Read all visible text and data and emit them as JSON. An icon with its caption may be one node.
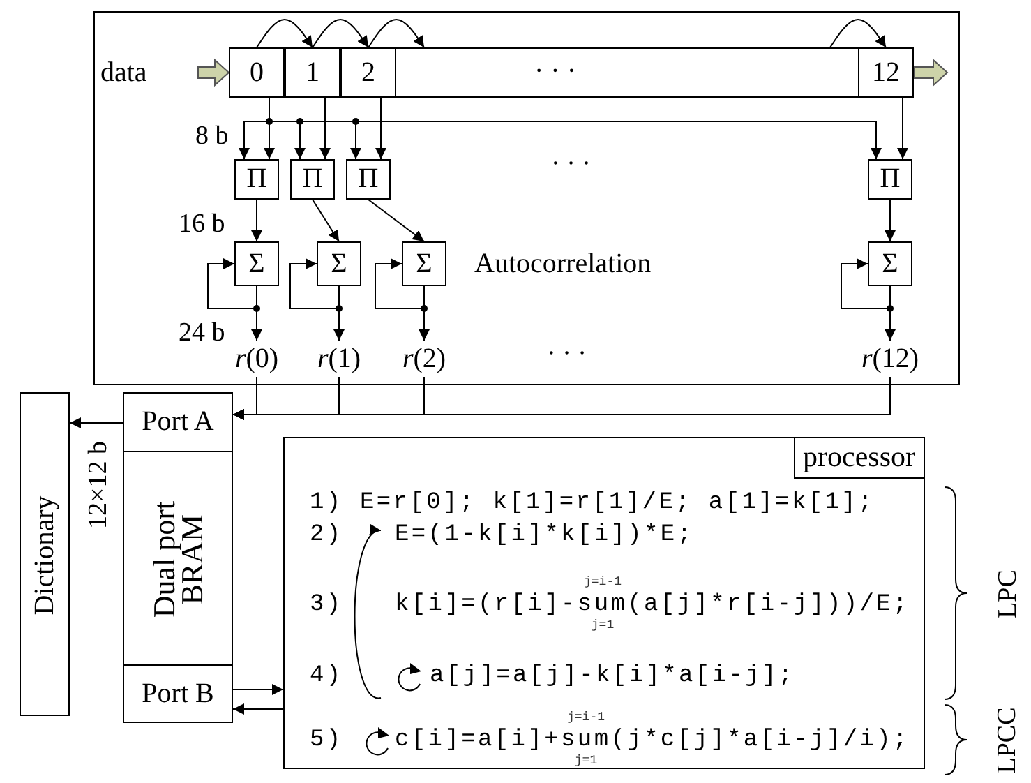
{
  "diagram": {
    "nodes": [
      {
        "text": [
          "Autocorrelation"
        ]
      },
      {
        "text": [
          "data"
        ],
        "in": 0
      },
      {
        "text": [
          "· · ·"
        ],
        "in": 0
      },
      {
        "text": [
          "0"
        ],
        "in": 2
      },
      {
        "text": [
          "1"
        ],
        "in": 2
      },
      {
        "text": [
          "2"
        ],
        "in": 2
      },
      {
        "text": [
          "12"
        ],
        "in": 2
      },
      {
        "text": [
          "Π"
        ],
        "in": 0
      },
      {
        "text": [
          "Π"
        ],
        "in": 0
      },
      {
        "text": [
          "Π"
        ],
        "in": 0
      },
      {
        "text": [
          "Π"
        ],
        "in": 0
      },
      {
        "text": [
          "Σ"
        ],
        "in": 0
      },
      {
        "text": [
          "Σ"
        ],
        "in": 0
      },
      {
        "text": [
          "Σ"
        ],
        "in": 0
      },
      {
        "text": [
          "Σ"
        ],
        "in": 0
      },
      {
        "text": [
          "*r*(0)"
        ],
        "in": 0
      },
      {
        "text": [
          "*r*(1)"
        ],
        "in": 0
      },
      {
        "text": [
          "*r*(2)"
        ],
        "in": 0
      },
      {
        "text": [
          "*r*(12)"
        ],
        "in": 0
      },
      {
        "text": [
          "Dual port BRAM"
        ]
      },
      {
        "text": [
          "Port A"
        ],
        "in": 19
      },
      {
        "text": [
          "Port B"
        ],
        "in": 19
      },
      {
        "text": [
          "Dictionary"
        ]
      },
      {
        "text": [
          "processor",
          "1)",
          "E=r[0]; k[1]=r[1]/E; a[1]=k[1];",
          "2)",
          "E=(1-k[i]*k[i])*E;",
          "3)",
          "j=i-1",
          "k[i]=(r[i]-sum(a[j]*r[i-j]))/E;",
          "j=1",
          "4)",
          "a[j]=a[j]-k[i]*a[i-j];",
          "5)",
          "j=i-1",
          "c[i]=a[i]+sum(j*c[j]*a[i-j]/i);",
          "j=1"
        ]
      }
    ],
    "edges": [
      {
        "from": 1,
        "to": 3,
        "arrow": "to",
        "style": "thick",
        "color": "#cdd3a9"
      },
      {
        "from": 6,
        "to": null,
        "arrow": "to",
        "style": "thick",
        "color": "#cdd3a9"
      },
      {
        "from": 3,
        "to": 4,
        "arrow": "to"
      },
      {
        "from": 4,
        "to": 5,
        "arrow": "to"
      },
      {
        "from": 5,
        "to": 2,
        "arrow": "to"
      },
      {
        "from": 2,
        "to": 6,
        "arrow": "to"
      },
      {
        "from": 3,
        "to": 7,
        "arrow": "to"
      },
      {
        "from": 3,
        "to": 7,
        "arrow": "to"
      },
      {
        "from": 3,
        "to": 8,
        "arrow": "to"
      },
      {
        "from": 3,
        "to": 9,
        "arrow": "to"
      },
      {
        "from": 3,
        "to": 10,
        "arrow": "to"
      },
      {
        "from": 4,
        "to": 8,
        "arrow": "to"
      },
      {
        "from": 5,
        "to": 9,
        "arrow": "to"
      },
      {
        "from": 6,
        "to": 10,
        "arrow": "to"
      },
      {
        "from": 7,
        "to": 11,
        "arrow": "to"
      },
      {
        "from": 8,
        "to": 12,
        "arrow": "to"
      },
      {
        "from": 9,
        "to": 13,
        "arrow": "to"
      },
      {
        "from": 10,
        "to": 14,
        "arrow": "to"
      },
      {
        "from": 11,
        "to": 11,
        "arrow": "to"
      },
      {
        "from": 12,
        "to": 12,
        "arrow": "to"
      },
      {
        "from": 13,
        "to": 13,
        "arrow": "to"
      },
      {
        "from": 14,
        "to": 14,
        "arrow": "to"
      },
      {
        "from": 11,
        "to": 15,
        "arrow": "to"
      },
      {
        "from": 12,
        "to": 16,
        "arrow": "to"
      },
      {
        "from": 13,
        "to": 17,
        "arrow": "to"
      },
      {
        "from": 14,
        "to": 18,
        "arrow": "to"
      },
      {
        "from": 15,
        "to": 20,
        "arrow": "to"
      },
      {
        "from": 16,
        "to": 20,
        "arrow": "to"
      },
      {
        "from": 17,
        "to": 20,
        "arrow": "to"
      },
      {
        "from": 18,
        "to": 20,
        "arrow": "to"
      },
      {
        "from": 20,
        "to": 22,
        "arrow": "to"
      },
      {
        "from": 21,
        "to": 23,
        "arrow": "to"
      },
      {
        "from": 23,
        "to": 21,
        "arrow": "to"
      }
    ],
    "labels": [
      "8 b",
      "16 b",
      "· · ·",
      "24 b",
      "· · ·",
      "12×12 b",
      "LPC",
      "LPCC"
    ]
  }
}
